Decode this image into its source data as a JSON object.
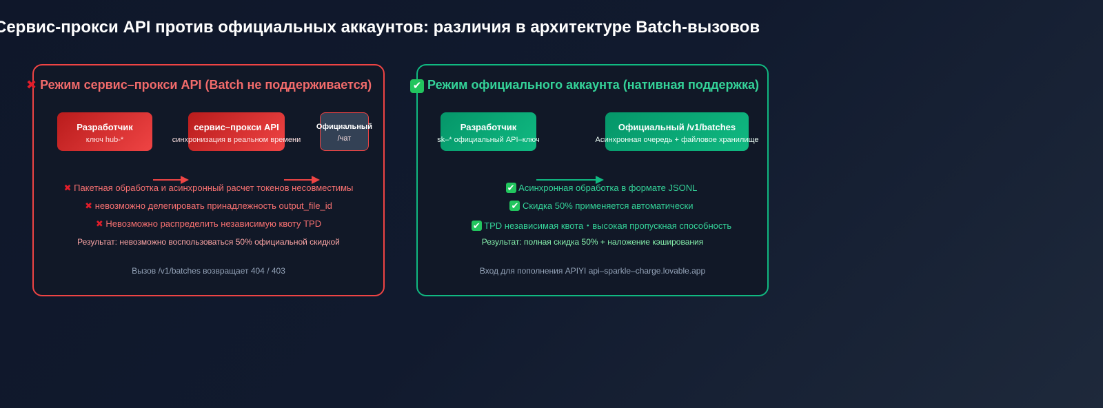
{
  "title": "Сервис-прокси API против официальных аккаунтов: различия в архитектуре Batch-вызовов",
  "left": {
    "icon": "cross-mark-icon",
    "heading": "Режим сервис–прокси API (Batch не поддерживается)",
    "color": "#ef4444",
    "boxes": [
      {
        "title": "Разработчик",
        "subtitle": "ключ hub-*"
      },
      {
        "title": "сервис–прокси API",
        "subtitle": "синхронизация в реальном времени"
      },
      {
        "title": "Официальный",
        "subtitle": "/чат"
      }
    ],
    "points": [
      "Пакетная обработка и асинхронный расчет токенов несовместимы",
      "невозможно делегировать принадлежность output_file_id",
      "Невозможно распределить независимую квоту TPD"
    ],
    "result": "Результат: невозможно воспользоваться 50% официальной скидкой",
    "footer": "Вызов /v1/batches возвращает 404 / 403"
  },
  "right": {
    "icon": "check-mark-icon",
    "heading": "Режим официального аккаунта (нативная поддержка)",
    "color": "#10b981",
    "boxes": [
      {
        "title": "Разработчик",
        "subtitle": "sk–* официальный API–ключ"
      },
      {
        "title": "Официальный /v1/batches",
        "subtitle": "Асинхронная очередь + файловое хранилище"
      }
    ],
    "points": [
      "Асинхронная обработка в формате JSONL",
      "Скидка 50% применяется автоматически",
      "TPD независимая квота・высокая пропускная способность"
    ],
    "result": "Результат: полная скидка 50% + наложение кэширования",
    "footer": "Вход для пополнения APIYI api–sparkle–charge.lovable.app"
  }
}
